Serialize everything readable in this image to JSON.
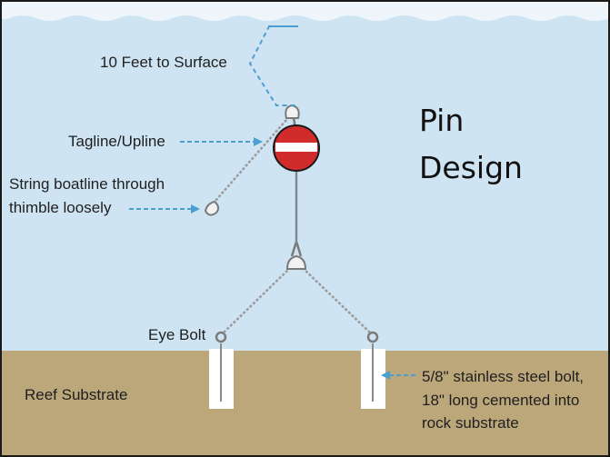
{
  "title": {
    "line1": "Pin",
    "line2": "Design"
  },
  "labels": {
    "surface": "10 Feet to Surface",
    "tagline": "Tagline/Upline",
    "boatline_1": "String boatline through",
    "boatline_2": "thimble loosely",
    "eye_bolt": "Eye Bolt",
    "substrate": "Reef Substrate",
    "bolt_1": "5/8\" stainless steel bolt,",
    "bolt_2": "18\" long cemented into",
    "bolt_3": "rock substrate"
  },
  "colors": {
    "water": "#cfe4f3",
    "substrate": "#bba77a",
    "dashed_line": "#4b9fd0",
    "buoy_red": "#d12b2b",
    "chain": "#9a9a9a",
    "bolt_hole": "#ffffff",
    "frame": "#1a1a1a"
  }
}
